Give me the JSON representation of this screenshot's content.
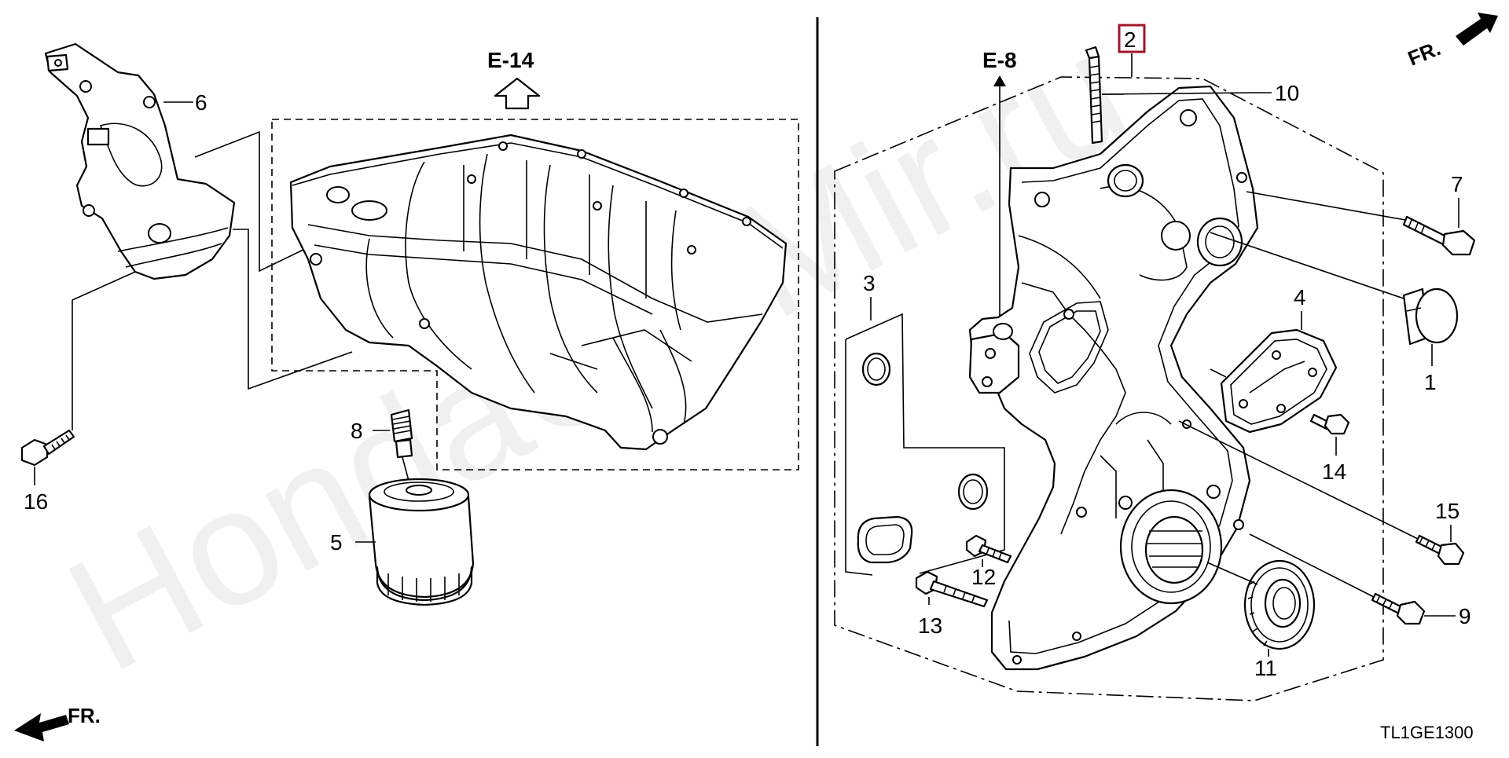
{
  "diagram": {
    "left_ref": "E-14",
    "right_ref": "E-8",
    "boxed_part": "2",
    "direction_label_left": "FR.",
    "direction_label_right": "FR.",
    "diagram_code": "TL1GE1300",
    "watermark": "HondaCarMir.ru",
    "parts": {
      "p1": "1",
      "p2": "2",
      "p3": "3",
      "p4": "4",
      "p5": "5",
      "p6": "6",
      "p7": "7",
      "p8": "8",
      "p9": "9",
      "p10": "10",
      "p11": "11",
      "p12": "12",
      "p13": "13",
      "p14": "14",
      "p15": "15",
      "p16": "16"
    }
  }
}
